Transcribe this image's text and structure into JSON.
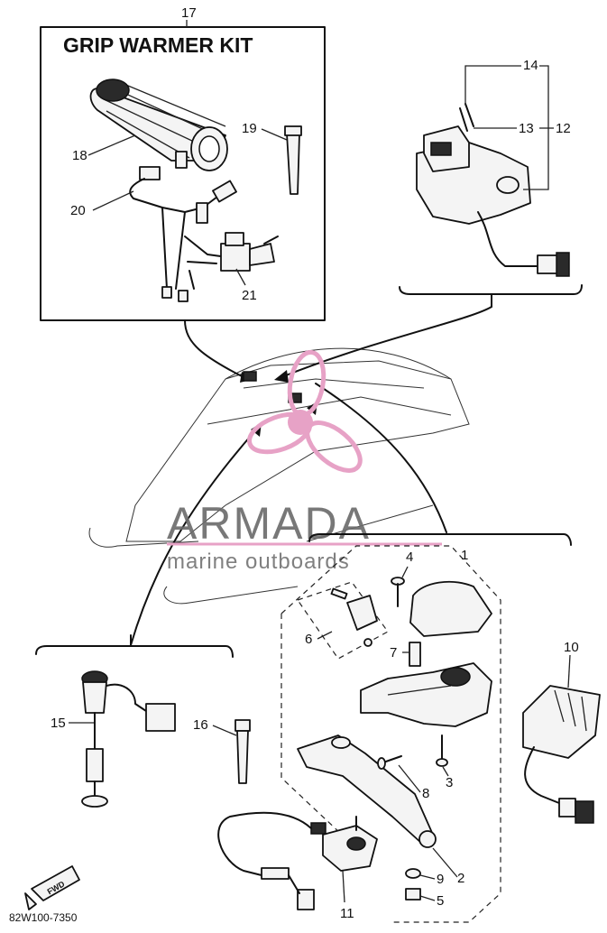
{
  "kit_title": "GRIP WARMER KIT",
  "diagram_code": "82W100-7350",
  "forward_label": "FWD",
  "watermark": {
    "brand": "ARMADA",
    "tagline": "marine outboards",
    "color": "#e7a2c6"
  },
  "callouts": {
    "c1": "1",
    "c2": "2",
    "c3": "3",
    "c4": "4",
    "c5": "5",
    "c6": "6",
    "c7": "7",
    "c8": "8",
    "c9": "9",
    "c10": "10",
    "c11": "11",
    "c12": "12",
    "c13": "13",
    "c14": "14",
    "c15": "15",
    "c16": "16",
    "c17": "17",
    "c18": "18",
    "c19": "19",
    "c20": "20",
    "c21": "21"
  }
}
